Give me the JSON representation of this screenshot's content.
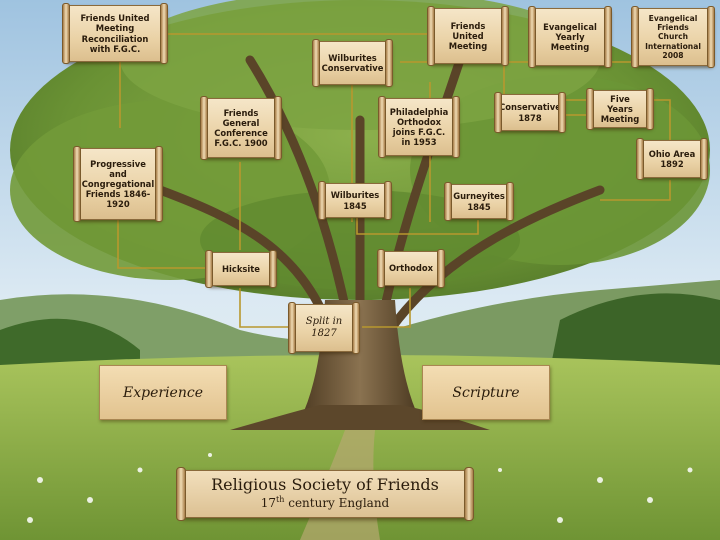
{
  "nodes": {
    "reconciliation": "Friends United Meeting Reconciliation with F.G.C.",
    "fum": "Friends United Meeting",
    "eym": "Evangelical Yearly Meeting",
    "efci": "Evangelical Friends Church International 2008",
    "wilburites_conservative": "Wilburites Conservative",
    "fgc": "Friends General Conference F.G.C.  1900",
    "philadelphia": "Philadelphia Orthodox joins F.G.C. in 1953",
    "conservative": "Conservative 1878",
    "five_years": "Five Years Meeting",
    "progressive": "Progressive and Congregational Friends 1846-1920",
    "ohio": "Ohio Area 1892",
    "wilburites": "Wilburites 1845",
    "gurneyites": "Gurneyites 1845",
    "hicksite": "Hicksite",
    "orthodox": "Orthodox",
    "split": "Split in 1827"
  },
  "roots": {
    "left": "Experience",
    "right": "Scripture"
  },
  "banner": {
    "line1": "Religious Society of Friends",
    "line2_num": "17",
    "line2_sup": "th",
    "line2_rest": " century England"
  },
  "colors": {
    "connector": "#b8982e",
    "sky": "#bcd7ea",
    "foliage": "#6f9a3a",
    "bark": "#6e5636",
    "grass": "#8fb24a"
  }
}
